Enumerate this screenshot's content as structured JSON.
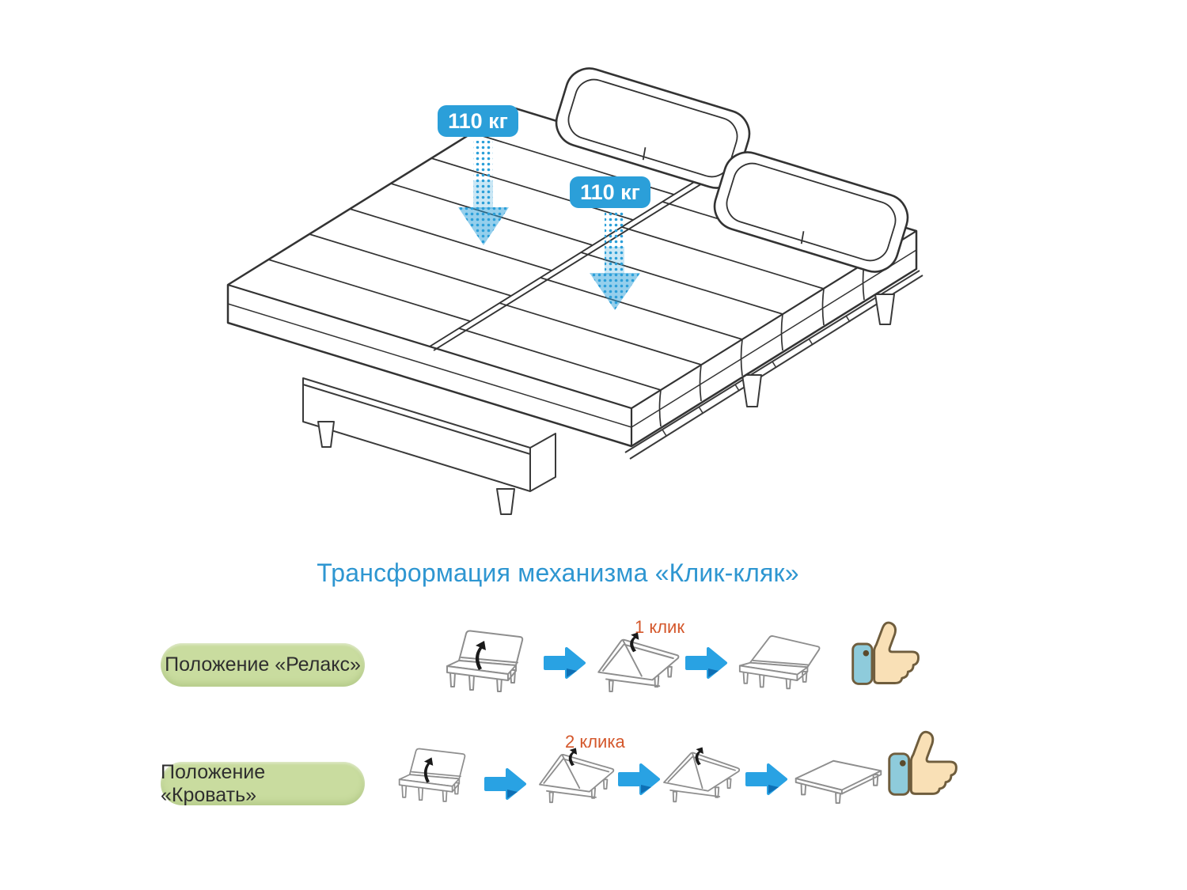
{
  "illustration": {
    "weight_badge_1": "110 кг",
    "weight_badge_2": "110 кг"
  },
  "title": "Трансформация механизма «Клик-кляк»",
  "rows": [
    {
      "position_label": "Положение «Релакс»",
      "clicks_label": "1 клик"
    },
    {
      "position_label": "Положение «Кровать»",
      "clicks_label": "2 клика"
    }
  ],
  "colors": {
    "accent_blue": "#2b9fd9",
    "title_blue": "#2e96d1",
    "pill_green": "#c9dc9f",
    "clicks_orange": "#d4572b",
    "arrow_blue": "#29a2e3",
    "arrow_blue_dark": "#0e6fb4",
    "thumb_skin": "#f9e0b6",
    "thumb_sleeve": "#8ecbdb"
  }
}
